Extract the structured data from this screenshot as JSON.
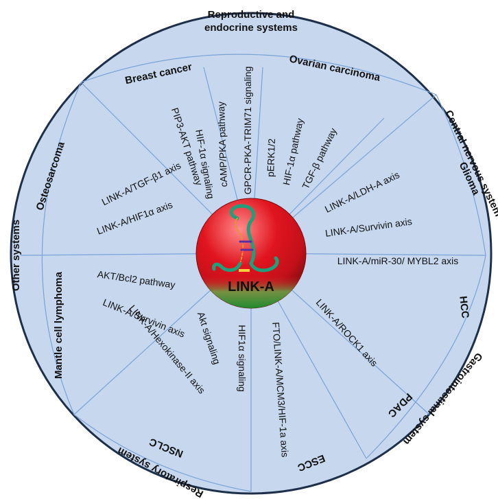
{
  "center": {
    "label": "LINK-A"
  },
  "systems": {
    "reproductive_line1": "Reproductive and",
    "reproductive_line2": "endocrine systems",
    "central": "Central nervous system",
    "gastro": "Gastrointestinal system",
    "respiratory": "Respiratory system",
    "other": "Other systems"
  },
  "cancers": {
    "breast": "Breast cancer",
    "ovarian": "Ovarian carcinoma",
    "glioma": "Glioma",
    "hcc": "HCC",
    "pdac": "PDAC",
    "escc": "ESCC",
    "nsclc": "NSCLC",
    "mcl": "Mantle cell lymphoma",
    "osteo": "Osteosarcoma"
  },
  "pathways": {
    "breast_1": "HIF-1α signaling",
    "breast_2": "PIP3-AKT pathway",
    "breast_3": "cAMP/PKA pathway",
    "breast_4": "GPCR-PKA-TRIM71 signaling",
    "ovarian_1": "pERK1/2",
    "ovarian_2": "HIF-1α pathway",
    "ovarian_3": "TGF-β pathway",
    "glioma_1": "LINK-A/LDH-A axis",
    "glioma_2": "LINK-A/Survivin axis",
    "hcc_1": "LINK-A/miR-30/ MYBL2 axis",
    "pdac_1": "LINK-A/ROCK1 axis",
    "escc_1": "FTO/LINK-A/MCM3/HIF-1a axis",
    "nsclc_1": "HIF1α signaling",
    "nsclc_2": "Akt signaling",
    "nsclc_3": "LINK-A/Hexokinase-II axis",
    "mcl_1": "LINK-A/Survivin axis",
    "mcl_2": "AKT/Bcl2 pathway",
    "osteo_1": "LINK-A/HIF1α axis",
    "osteo_2": "LINK-A/TGF-β1 axis"
  },
  "colors": {
    "wheel_fill": "#c6d7ee",
    "wheel_stroke": "#1e2f4a",
    "divider": "#7aa3d6",
    "center_red": "#e0141e",
    "center_green": "#1f8a2e"
  }
}
